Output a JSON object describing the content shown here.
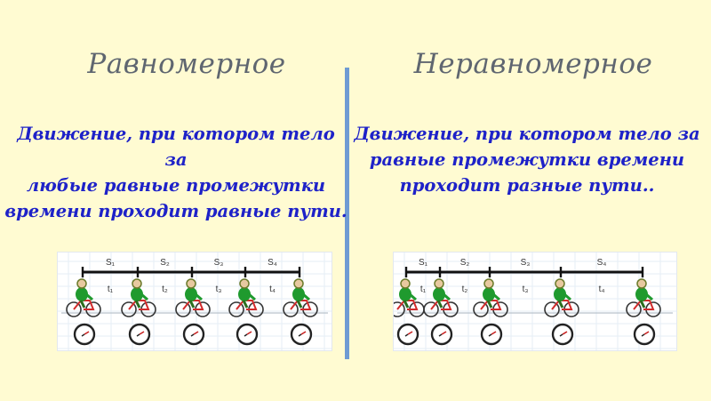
{
  "left": {
    "heading": "Равномерное",
    "definition": [
      "Движение, при котором тело за",
      "любые равные промежутки",
      "времени проходит равные пути."
    ],
    "segments": [
      {
        "s": "S₁",
        "t": "t₁"
      },
      {
        "s": "S₂",
        "t": "t₂"
      },
      {
        "s": "S₃",
        "t": "t₃"
      },
      {
        "s": "S₄",
        "t": "t₄"
      }
    ]
  },
  "right": {
    "heading": "Неравномерное",
    "definition": [
      "Движение, при котором тело за",
      "равные промежутки времени",
      "проходит разные пути.."
    ],
    "segments": [
      {
        "s": "S₁",
        "t": "t₁"
      },
      {
        "s": "S₂",
        "t": "t₂"
      },
      {
        "s": "S₃",
        "t": "t₃"
      },
      {
        "s": "S₄",
        "t": "t₄"
      }
    ]
  },
  "colors": {
    "background": "#fffbd2",
    "heading": "#5f6670",
    "definition": "#1e22c8",
    "divider": "#6f9bd3",
    "cyclist_shirt": "#1f9a2e",
    "bike_frame": "#d12b2b"
  },
  "icons": [
    "cyclist-icon",
    "clock-icon"
  ]
}
